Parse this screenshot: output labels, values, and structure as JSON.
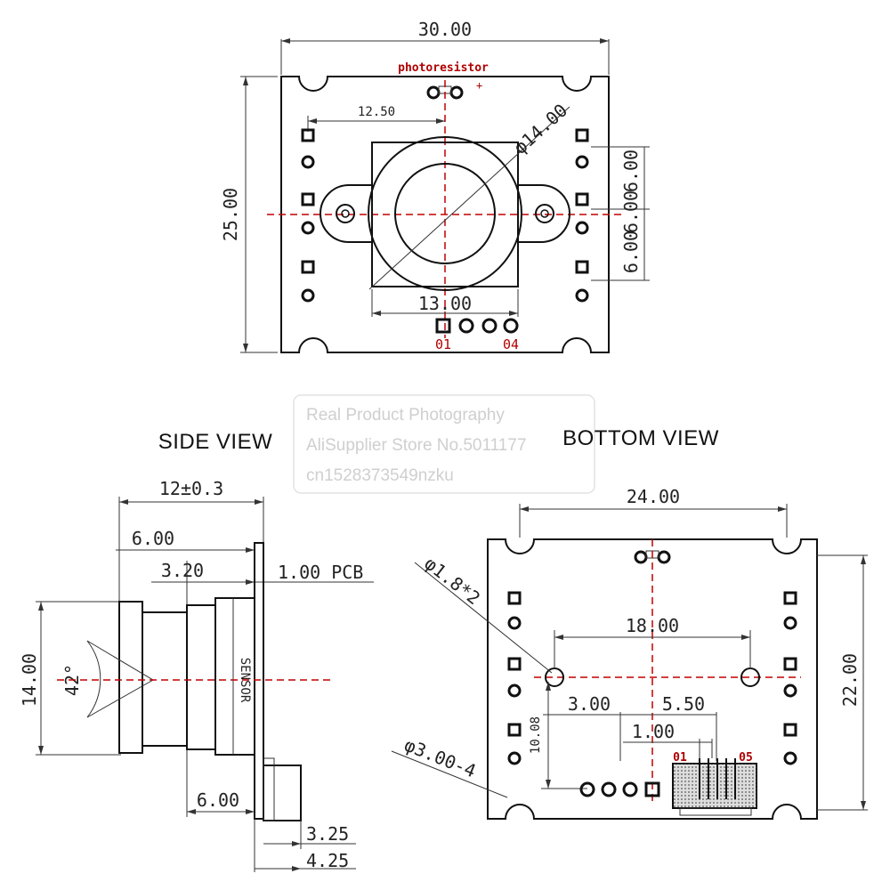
{
  "top_view": {
    "width_dim": "30.00",
    "height_dim": "25.00",
    "photoresistor_label": "photoresistor",
    "hole_spacing_dim": "12.50",
    "lens_diameter_dim": "φ14.00",
    "pitch_top_dim": "6.00",
    "pitch_mid_dim": "6.00",
    "pitch_bottom_dim": "6.00",
    "holder_width_dim": "13.00",
    "pin_first_label": "01",
    "pin_last_label": "04",
    "led_label": "+"
  },
  "watermark": {
    "line1": "Real Product Photography",
    "line2": "AliSupplier Store No.5011177",
    "line3": "cn1528373549nzku"
  },
  "side_view": {
    "title": "SIDE VIEW",
    "total_length_dim": "12±0.3",
    "lens_length_dim": "6.00",
    "mount_dim": "3.20",
    "pcb_dim": "1.00 PCB",
    "height_dim": "14.00",
    "angle_dim": "42°",
    "sensor_label": "SENSOR",
    "base_dim": "6.00",
    "connector_dim1": "3.25",
    "connector_dim2": "4.25"
  },
  "bottom_view": {
    "title": "BOTTOM  VIEW",
    "width_dim": "24.00",
    "height_dim": "22.00",
    "small_hole_dim": "φ1.8*2",
    "hole_spacing_dim": "18.00",
    "offset_left_dim": "3.00",
    "offset_right_dim": "5.50",
    "pitch_dim": "1.00",
    "vertical_dim": "10.08",
    "mount_hole_dim": "φ3.00-4",
    "connector_first_label": "01",
    "connector_last_label": "05"
  },
  "colors": {
    "centerline": "#c00000",
    "label_red": "#b00000",
    "ink": "#111111"
  }
}
